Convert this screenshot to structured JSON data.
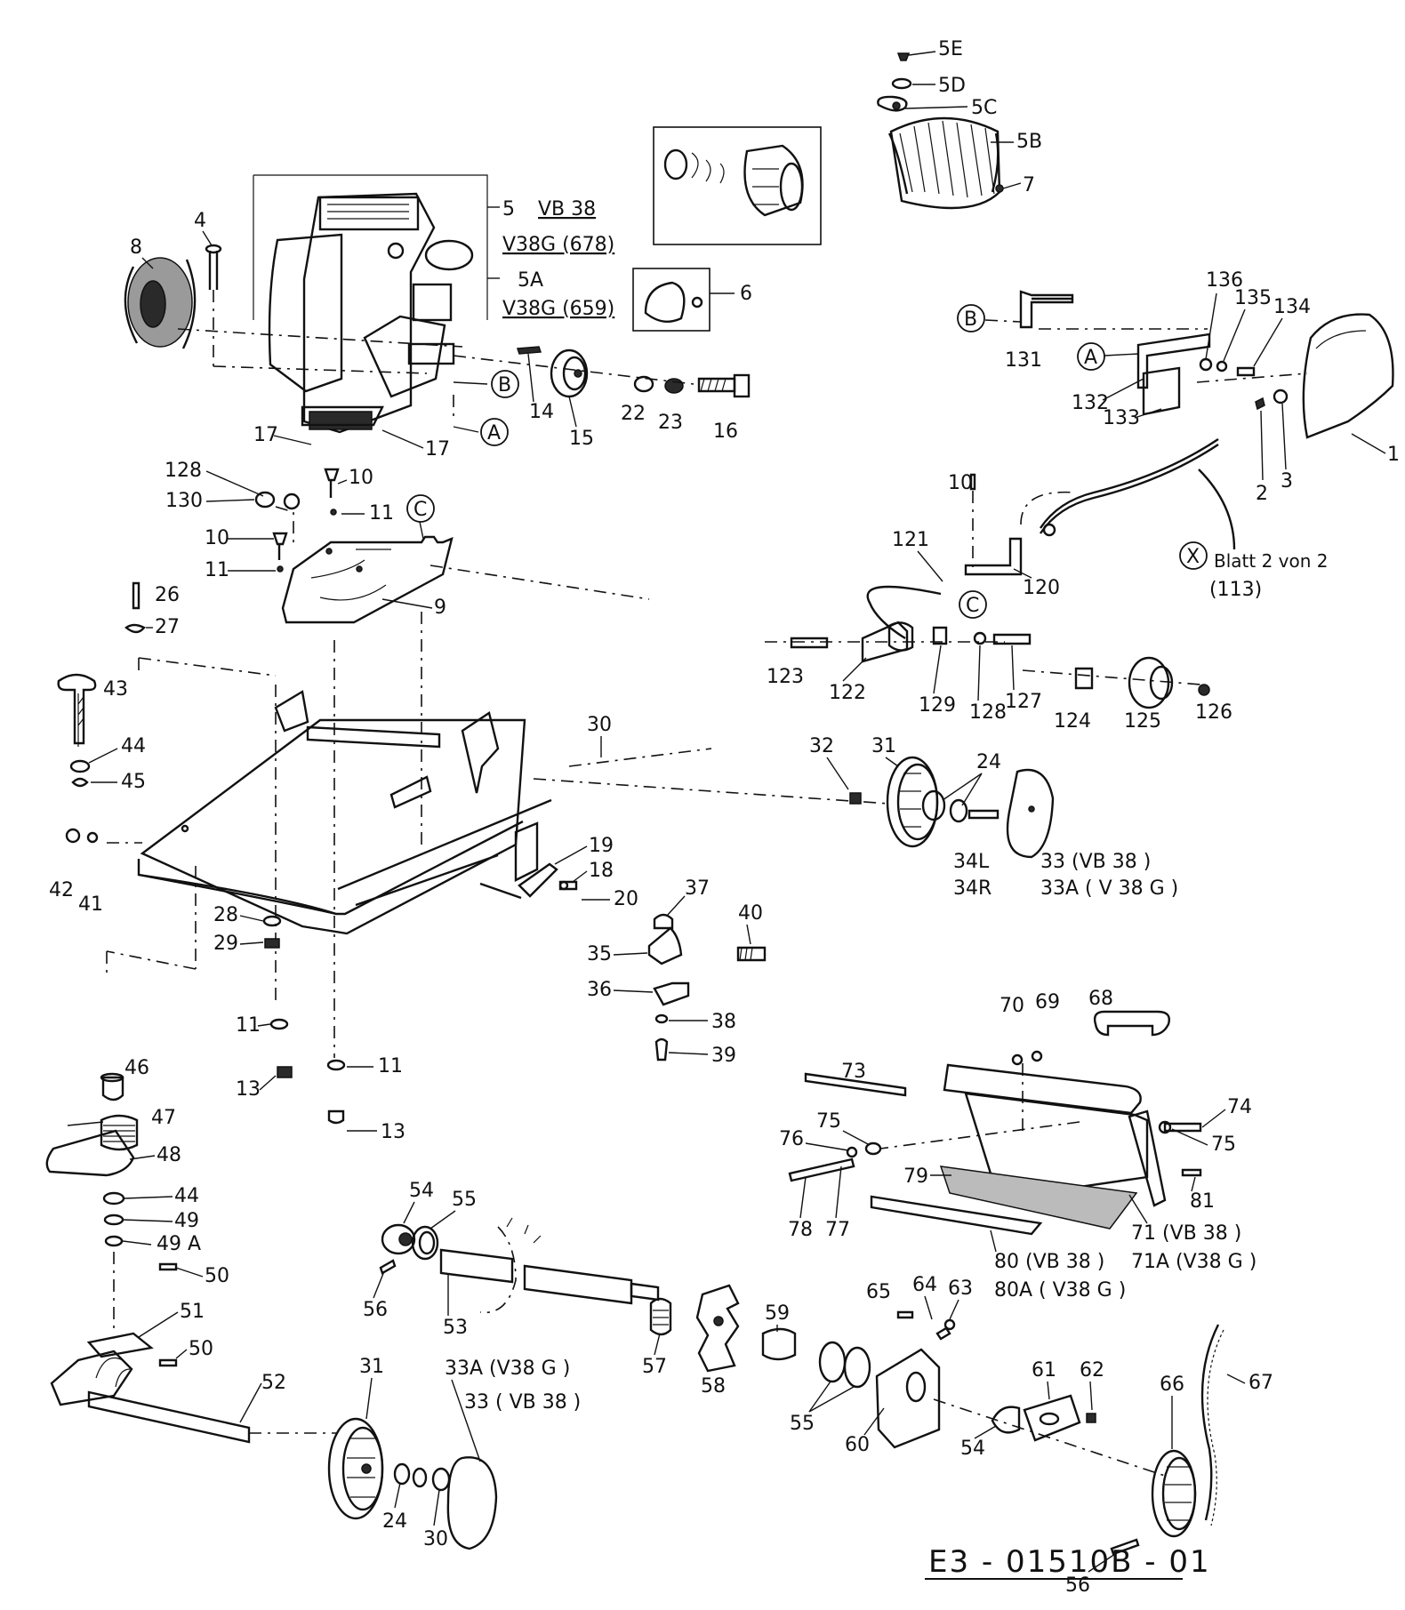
{
  "document_id": "E3 - 01510B - 01",
  "sheet_reference": [
    "Blatt 2 von 2",
    "(113)"
  ],
  "reference_markers": [
    "A",
    "B",
    "C",
    "X"
  ],
  "labels": {
    "5E": "5E",
    "5D": "5D",
    "5C": "5C",
    "5B": "5B",
    "7": "7",
    "5": "5",
    "VB38": "VB 38",
    "V38G678": "V38G (678)",
    "5A": "5A",
    "V38G659": "V38G (659)",
    "6": "6",
    "4": "4",
    "8": "8",
    "14": "14",
    "15": "15",
    "22": "22",
    "23": "23",
    "16": "16",
    "17a": "17",
    "17b": "17",
    "136": "136",
    "135": "135",
    "134": "134",
    "131": "131",
    "132": "132",
    "133": "133",
    "1": "1",
    "2": "2",
    "3": "3",
    "128a": "128",
    "130": "130",
    "10a": "10",
    "11a": "11",
    "10b": "10",
    "11b": "11",
    "9": "9",
    "26": "26",
    "27": "27",
    "10c": "10",
    "121": "121",
    "120": "120",
    "123": "123",
    "122": "122",
    "129": "129",
    "128b": "128",
    "127": "127",
    "124": "124",
    "125": "125",
    "126": "126",
    "43": "43",
    "44a": "44",
    "45": "45",
    "30a": "30",
    "32": "32",
    "31a": "31",
    "24a": "24",
    "34L": "34L",
    "34R": "34R",
    "33VB": "33  (VB 38 )",
    "33AV": "33A ( V 38 G )",
    "42": "42",
    "41": "41",
    "19": "19",
    "18": "18",
    "20": "20",
    "28": "28",
    "29": "29",
    "37": "37",
    "40": "40",
    "35": "35",
    "36": "36",
    "38": "38",
    "39": "39",
    "11c": "11",
    "13a": "13",
    "11d": "11",
    "13b": "13",
    "70": "70",
    "69": "69",
    "68": "68",
    "73": "73",
    "74": "74",
    "75a": "75",
    "75b": "75",
    "76": "76",
    "79": "79",
    "81": "81",
    "78": "78",
    "77": "77",
    "71VB": "71 (VB 38 )",
    "71AV": "71A (V38 G )",
    "80VB": "80 (VB 38 )",
    "80AV": "80A ( V38 G )",
    "46": "46",
    "47": "47",
    "48": "48",
    "44b": "44",
    "49": "49",
    "49A": "49 A",
    "50a": "50",
    "51": "51",
    "50b": "50",
    "52": "52",
    "54a": "54",
    "55a": "55",
    "56a": "56",
    "53": "53",
    "57": "57",
    "58": "58",
    "59": "59",
    "65": "65",
    "64": "64",
    "63": "63",
    "55b": "55",
    "60": "60",
    "54b": "54",
    "61": "61",
    "62": "62",
    "66": "66",
    "67": "67",
    "56b": "56",
    "31b": "31",
    "33AVb": "33A (V38 G )",
    "33VBb": "33 ( VB 38 )",
    "24b": "24",
    "30b": "30"
  }
}
